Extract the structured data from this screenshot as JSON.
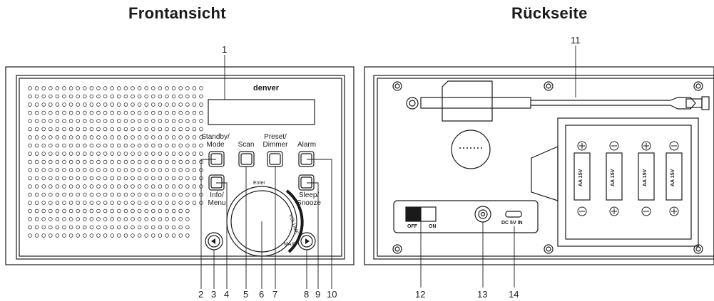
{
  "front": {
    "title": "Frontansicht",
    "brand": "denver",
    "buttons": {
      "standby_mode": "Standby/\nMode",
      "scan": "Scan",
      "preset_dimmer": "Preset/\nDimmer",
      "alarm": "Alarm",
      "info_menu": "Info/\nMenu",
      "sleep_snooze": "Sleep/\nSnooze",
      "enter": "Enter",
      "volume": "VOLUME",
      "max": "MAX"
    },
    "callouts": [
      "1",
      "2",
      "3",
      "4",
      "5",
      "6",
      "7",
      "8",
      "9",
      "10"
    ]
  },
  "back": {
    "title": "Rückseite",
    "switch_off": "OFF",
    "switch_on": "ON",
    "dc_label": "DC 5V IN",
    "battery_label": "AA 15V",
    "callouts": [
      "11",
      "12",
      "13",
      "14"
    ]
  },
  "colors": {
    "line": "#1a1a1a",
    "background": "#ffffff"
  }
}
